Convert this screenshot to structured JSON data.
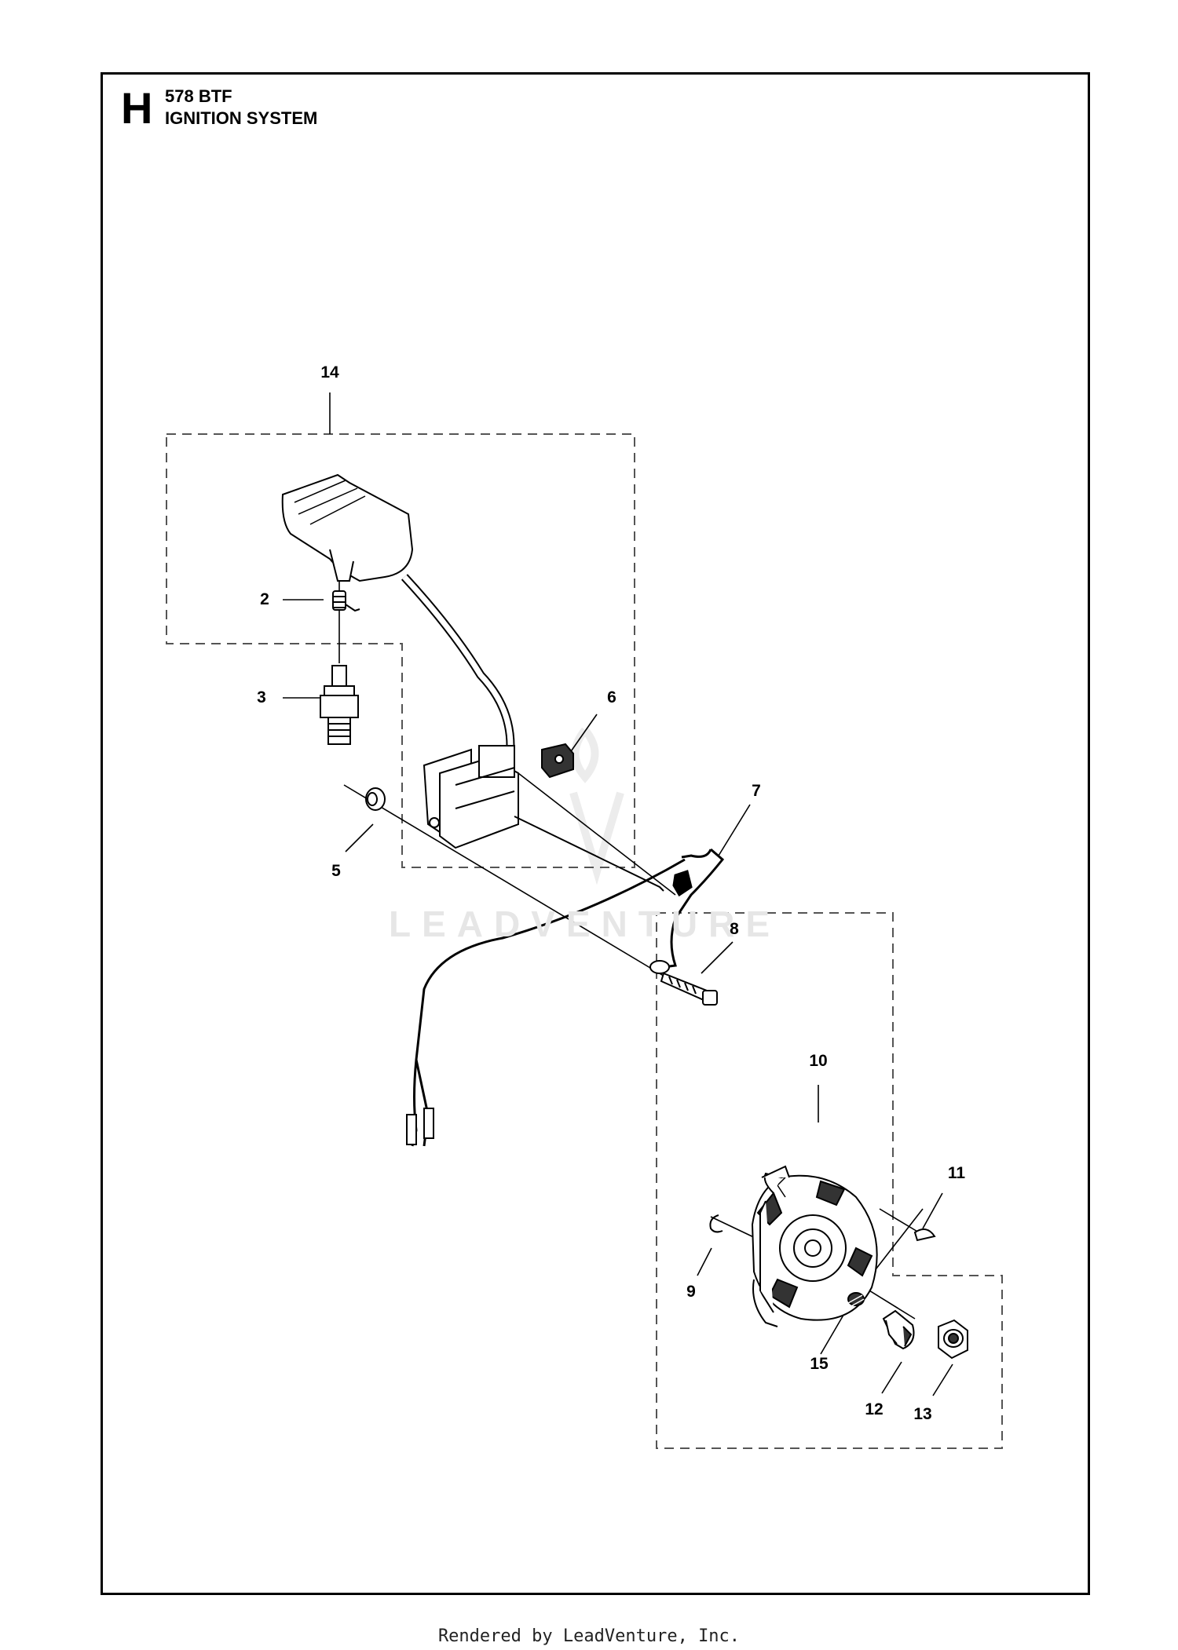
{
  "header": {
    "section_letter": "H",
    "model": "578 BTF",
    "title": "IGNITION SYSTEM"
  },
  "callouts": [
    {
      "id": "c14",
      "label": "14"
    },
    {
      "id": "c2",
      "label": "2"
    },
    {
      "id": "c3",
      "label": "3"
    },
    {
      "id": "c6",
      "label": "6"
    },
    {
      "id": "c5",
      "label": "5"
    },
    {
      "id": "c7",
      "label": "7"
    },
    {
      "id": "c8",
      "label": "8"
    },
    {
      "id": "c10",
      "label": "10"
    },
    {
      "id": "c11",
      "label": "11"
    },
    {
      "id": "c9",
      "label": "9"
    },
    {
      "id": "c15",
      "label": "15"
    },
    {
      "id": "c12",
      "label": "12"
    },
    {
      "id": "c13",
      "label": "13"
    }
  ],
  "watermark": "LEADVENTURE",
  "footer": "Rendered by LeadVenture, Inc."
}
